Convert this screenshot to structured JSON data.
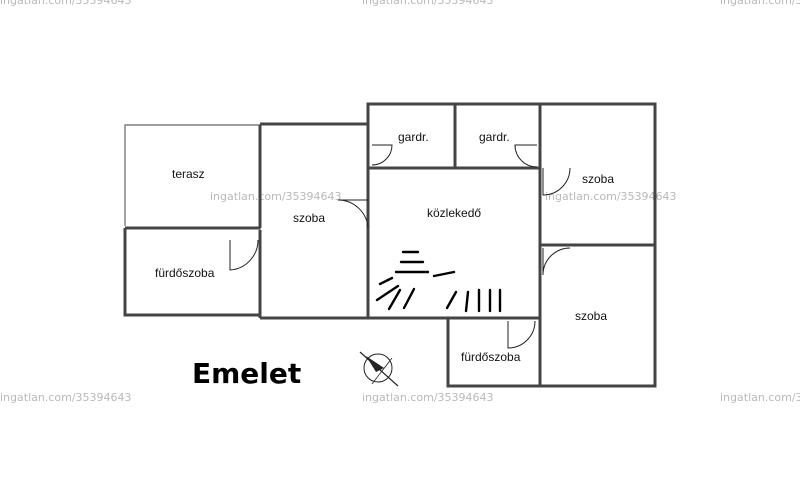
{
  "title": "Emelet",
  "rooms": {
    "terasz": "terasz",
    "szoba_left": "szoba",
    "furdoszoba_left": "fürdőszoba",
    "gardr_1": "gardr.",
    "gardr_2": "gardr.",
    "kozlekedo": "közlekedő",
    "szoba_right_top": "szoba",
    "szoba_right_bottom": "szoba",
    "furdoszoba_bottom": "fürdőszoba"
  },
  "watermark": "ingatlan.com/35394643",
  "icons": {
    "compass": "north-arrow-icon",
    "stairs": "stairs-icon"
  },
  "colors": {
    "wall": "#444444",
    "background": "#ffffff",
    "watermark": "#b9b9b9"
  }
}
